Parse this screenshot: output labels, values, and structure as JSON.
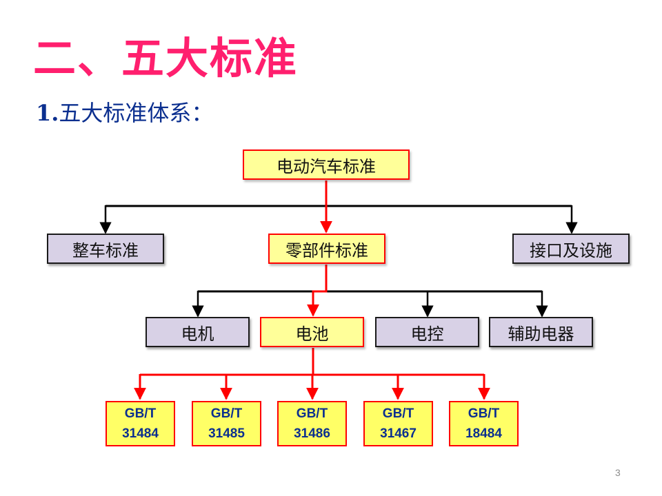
{
  "title": "二、五大标准",
  "subtitle": {
    "number": "1.",
    "text": "五大标准体系："
  },
  "root": {
    "label": "电动汽车标准"
  },
  "level1": [
    {
      "label": "整车标准"
    },
    {
      "label": "零部件标准"
    },
    {
      "label": "接口及设施"
    }
  ],
  "level2": [
    {
      "label": "电机"
    },
    {
      "label": "电池"
    },
    {
      "label": "电控"
    },
    {
      "label": "辅助电器"
    }
  ],
  "standards": [
    {
      "line1": "GB/T",
      "line2": "31484"
    },
    {
      "line1": "GB/T",
      "line2": "31485"
    },
    {
      "line1": "GB/T",
      "line2": "31486"
    },
    {
      "line1": "GB/T",
      "line2": "31467"
    },
    {
      "line1": "GB/T",
      "line2": "18484"
    }
  ],
  "page_number": "3",
  "colors": {
    "title": "#ff1f6e",
    "subtitle": "#0b2f8f",
    "highlight_border": "#ff0000",
    "highlight_fill": "#ffff99",
    "normal_fill": "#d8d1e6",
    "connector_black": "#000000",
    "connector_red": "#ff0000"
  }
}
